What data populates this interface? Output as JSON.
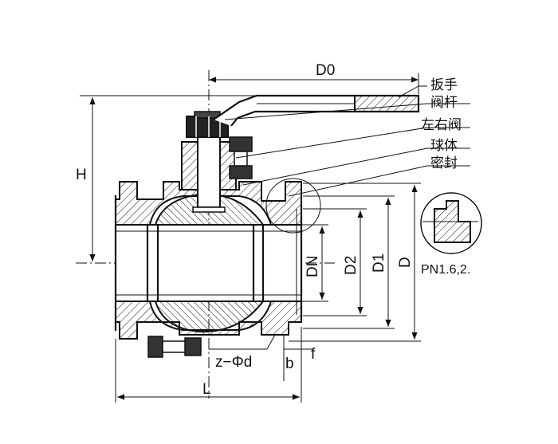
{
  "labels": {
    "D0": "D0",
    "H": "H",
    "DN": "DN",
    "D2": "D2",
    "D1": "D1",
    "D": "D",
    "L": "L",
    "z_phi_d": "z−Φd",
    "b": "b",
    "f": "f"
  },
  "parts": {
    "wrench": "扳手",
    "stem": "阀杆",
    "body": "左右阀",
    "ball": "球体",
    "seal": "密封"
  },
  "inset_caption": "PN1.6,2.",
  "colors": {
    "line": "#111111",
    "background": "#ffffff"
  }
}
